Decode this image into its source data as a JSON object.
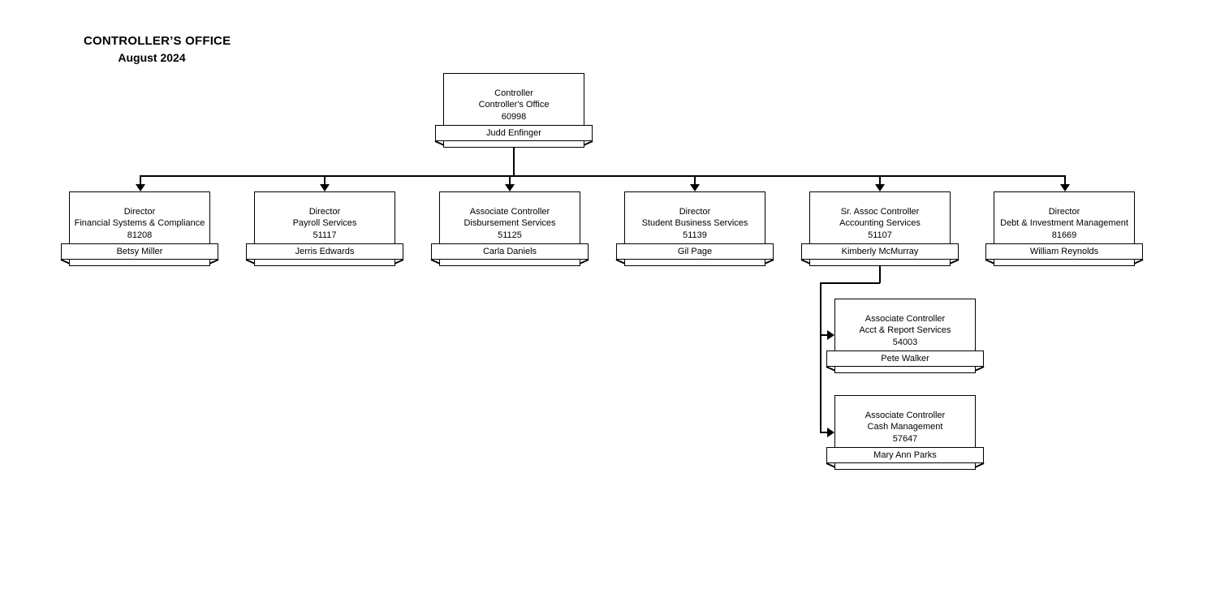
{
  "page": {
    "title": "CONTROLLER’S OFFICE",
    "subtitle": "August 2024"
  },
  "nodes": {
    "controller": {
      "title": "Controller",
      "department": "Controller's Office",
      "position_number": "60998",
      "name": "Judd Enfinger"
    },
    "financial_systems": {
      "title": "Director",
      "department": "Financial Systems & Compliance",
      "position_number": "81208",
      "name": "Betsy Miller"
    },
    "payroll": {
      "title": "Director",
      "department": "Payroll Services",
      "position_number": "51117",
      "name": "Jerris Edwards"
    },
    "disbursement": {
      "title": "Associate Controller",
      "department": "Disbursement Services",
      "position_number": "51125",
      "name": "Carla Daniels"
    },
    "student_business": {
      "title": "Director",
      "department": "Student Business Services",
      "position_number": "51139",
      "name": "Gil Page"
    },
    "accounting": {
      "title": "Sr. Assoc Controller",
      "department": "Accounting Services",
      "position_number": "51107",
      "name": "Kimberly McMurray"
    },
    "debt_investment": {
      "title": "Director",
      "department": "Debt & Investment Management",
      "position_number": "81669",
      "name": "William Reynolds"
    },
    "acct_report": {
      "title": "Associate Controller",
      "department": "Acct & Report Services",
      "position_number": "54003",
      "name": "Pete Walker"
    },
    "cash_management": {
      "title": "Associate Controller",
      "department": "Cash Management",
      "position_number": "57647",
      "name": "Mary Ann Parks"
    }
  },
  "colors": {
    "line": "#000000",
    "box_fill": "#ffffff",
    "text": "#000000"
  }
}
